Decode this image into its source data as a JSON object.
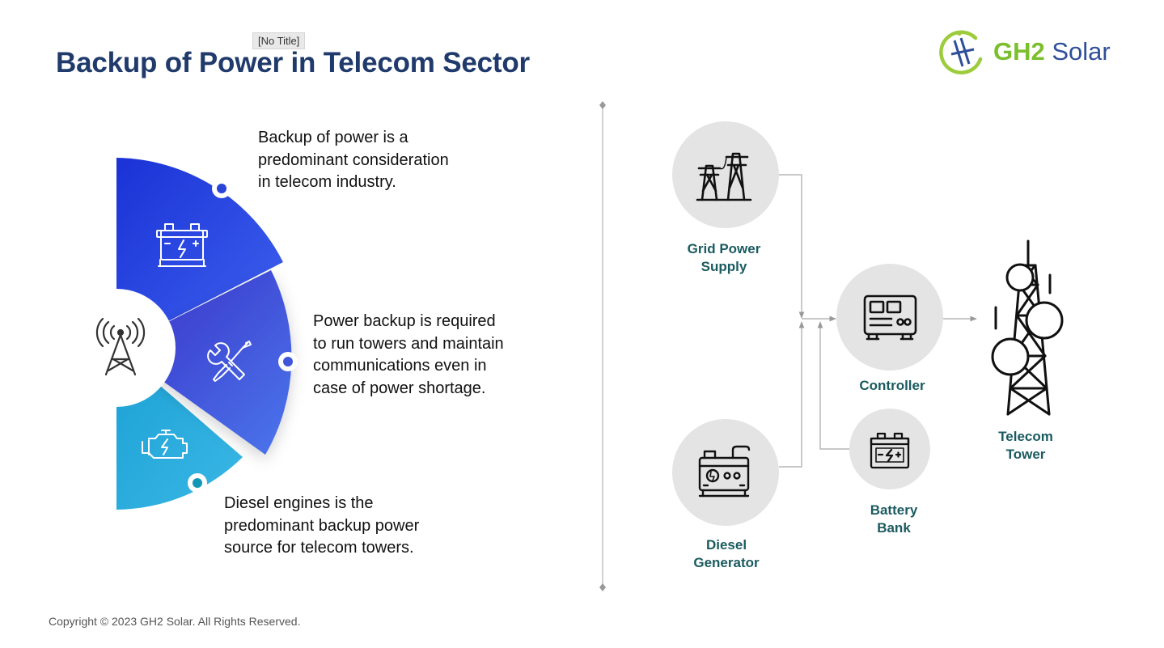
{
  "slide": {
    "title": "Backup of Power in Telecom Sector",
    "tooltip": "[No Title]",
    "brand": {
      "name_part1": "GH2",
      "name_part2": "Solar",
      "colors": {
        "green": "#7cbf2e",
        "navy": "#2f4f9a"
      }
    },
    "footer": {
      "copyright": "Copyright © 2023 GH2 Solar. All Rights Reserved."
    }
  },
  "callouts": [
    {
      "text_lines": [
        "Backup of power is a",
        "predominant consideration",
        "in telecom industry."
      ],
      "icon": "car-battery-icon",
      "color": "#2540e0"
    },
    {
      "text_lines": [
        "Power backup is required",
        "to run towers and maintain",
        "communications even in",
        "case of power shortage."
      ],
      "icon": "tools-icon",
      "color": "#3d4fd8"
    },
    {
      "text_lines": [
        "Diesel engines is the",
        "predominant backup power",
        "source for telecom towers."
      ],
      "icon": "engine-icon",
      "color": "#1fa7d8"
    }
  ],
  "hub_icon": "antenna-tower-icon",
  "flow": {
    "nodes": {
      "grid": {
        "label_lines": [
          "Grid Power",
          "Supply"
        ],
        "icon": "power-pylon-icon"
      },
      "diesel": {
        "label_lines": [
          "Diesel",
          "Generator"
        ],
        "icon": "generator-icon"
      },
      "controller": {
        "label_lines": [
          "Controller"
        ],
        "icon": "controller-icon"
      },
      "battery": {
        "label_lines": [
          "Battery",
          "Bank"
        ],
        "icon": "battery-icon"
      },
      "tower": {
        "label_lines": [
          "Telecom",
          "Tower"
        ],
        "icon": "telecom-tower-icon"
      }
    },
    "edges": [
      {
        "from": "Grid Power Supply",
        "to": "Controller"
      },
      {
        "from": "Diesel Generator",
        "to": "Controller"
      },
      {
        "from": "Battery Bank",
        "to": "Controller"
      },
      {
        "from": "Controller",
        "to": "Telecom Tower"
      }
    ],
    "colors": {
      "label": "#1a5b60",
      "circle": "#e3e3e3",
      "connector": "#999999"
    }
  }
}
